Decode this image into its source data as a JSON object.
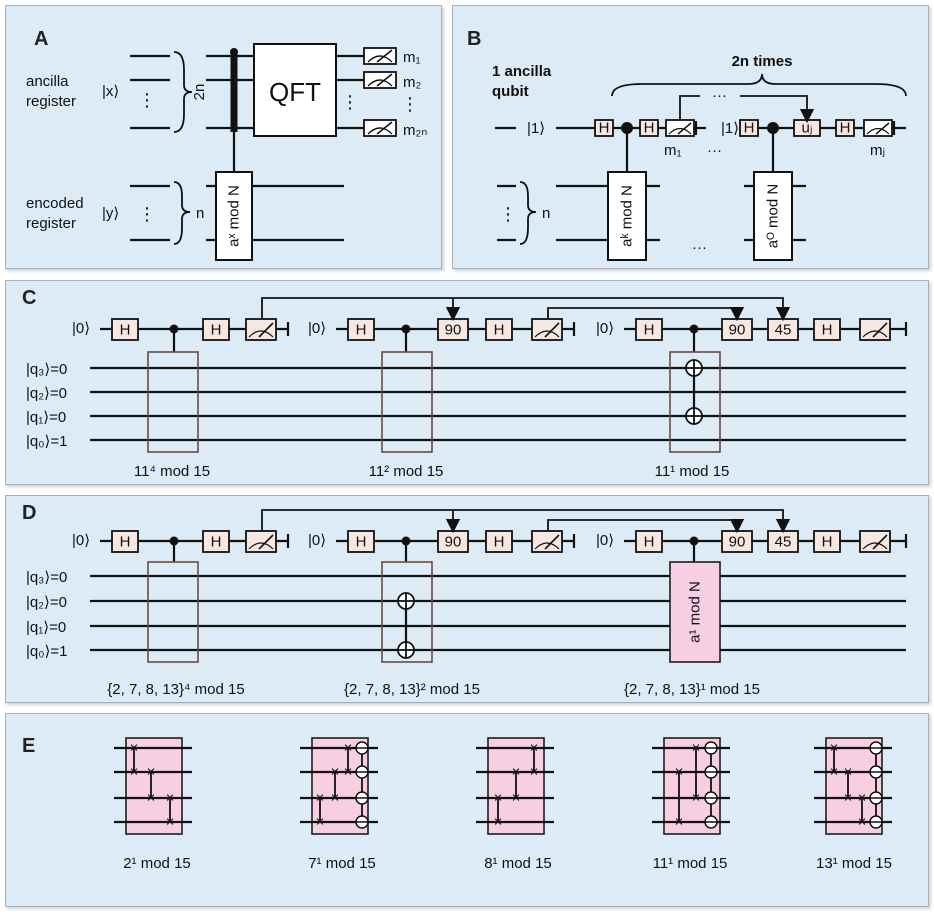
{
  "panels": {
    "a": {
      "label": "A",
      "ancilla_register": [
        "ancilla",
        "register"
      ],
      "ancilla_state": "|x⟩",
      "ancilla_size": "2n",
      "qft": "QFT",
      "outputs": [
        "m₁",
        "m₂",
        "m₂ₙ"
      ],
      "encoded_register": [
        "encoded",
        "register"
      ],
      "encoded_state": "|y⟩",
      "encoded_size": "n",
      "unitary": "aˣ mod N"
    },
    "b": {
      "label": "B",
      "ancilla_qubit": [
        "1 ancilla",
        "qubit"
      ],
      "repeat": "2n times",
      "state": "|1⟩",
      "gate_h": "H",
      "gate_u": "uⱼ",
      "outputs": [
        "m₁",
        "mⱼ"
      ],
      "ellipsis": "···",
      "size": "n",
      "unitary_first": "aᵏ mod N",
      "unitary_last": "aᴼ mod N"
    },
    "c": {
      "label": "C",
      "ancilla_init": "|0⟩",
      "qubits": [
        "|q₃⟩=0",
        "|q₂⟩=0",
        "|q₁⟩=0",
        "|q₀⟩=1"
      ],
      "gate_h": "H",
      "rotations": [
        "90",
        "90",
        "45"
      ],
      "captions": [
        "11⁴ mod 15",
        "11² mod 15",
        "11¹ mod 15"
      ]
    },
    "d": {
      "label": "D",
      "ancilla_init": "|0⟩",
      "qubits": [
        "|q₃⟩=0",
        "|q₂⟩=0",
        "|q₁⟩=0",
        "|q₀⟩=1"
      ],
      "gate_h": "H",
      "rotations": [
        "90",
        "90",
        "45"
      ],
      "unitary": "a¹ mod N",
      "captions": [
        "{2, 7, 8, 13}⁴ mod 15",
        "{2, 7, 8, 13}² mod 15",
        "{2, 7, 8, 13}¹ mod 15"
      ]
    },
    "e": {
      "label": "E",
      "captions": [
        "2¹ mod 15",
        "7¹ mod 15",
        "8¹ mod 15",
        "11¹ mod 15",
        "13¹ mod 15"
      ]
    }
  }
}
